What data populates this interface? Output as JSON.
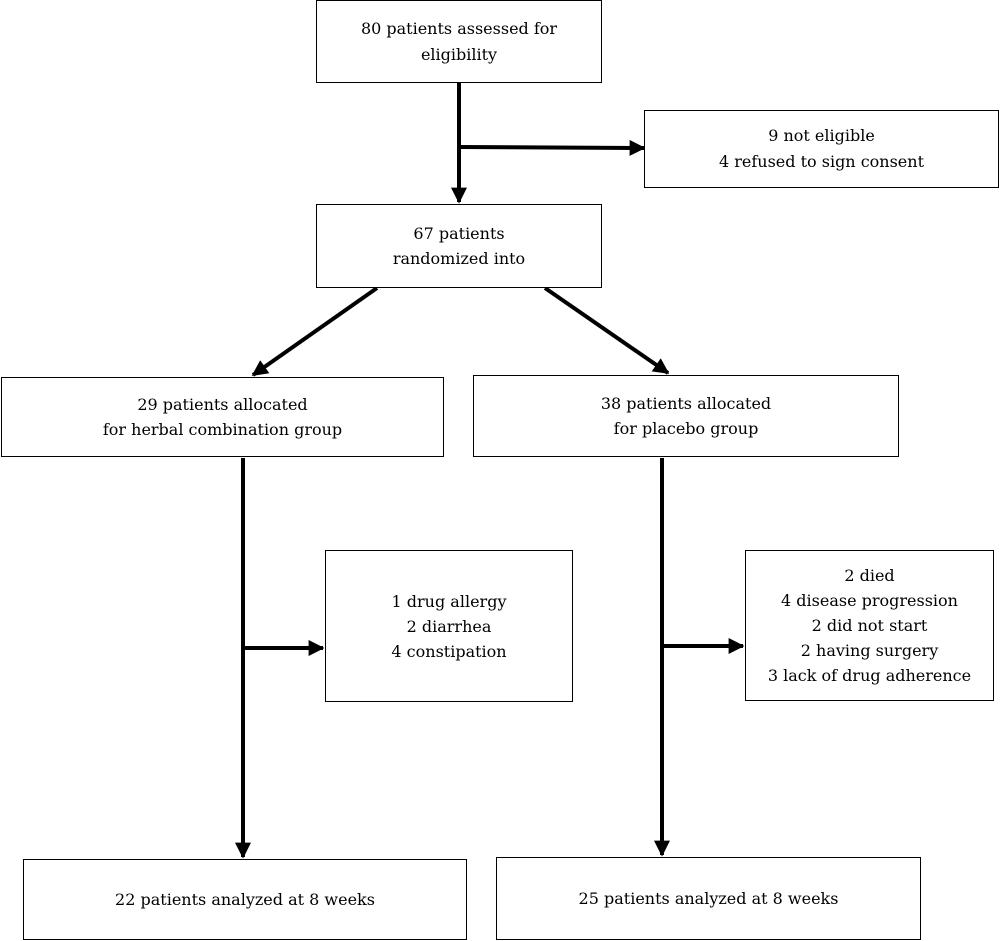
{
  "boxes": {
    "assessed": {
      "lines": [
        "80 patients assessed for",
        "eligibility"
      ]
    },
    "excluded": {
      "lines": [
        "9 not eligible",
        "4 refused to sign consent"
      ]
    },
    "randomized": {
      "lines": [
        "67 patients",
        "randomized into"
      ]
    },
    "herbal_allocated": {
      "lines": [
        "29 patients allocated",
        "for herbal combination group"
      ]
    },
    "placebo_allocated": {
      "lines": [
        "38 patients allocated",
        "for placebo group"
      ]
    },
    "herbal_dropouts": {
      "lines": [
        "1 drug allergy",
        "2 diarrhea",
        "4 constipation"
      ]
    },
    "placebo_dropouts": {
      "lines": [
        "2 died",
        "4 disease progression",
        "2 did not start",
        "2 having surgery",
        "3 lack of drug adherence"
      ]
    },
    "herbal_analyzed": {
      "lines": [
        "22 patients analyzed at 8 weeks"
      ]
    },
    "placebo_analyzed": {
      "lines": [
        "25 patients analyzed at 8 weeks"
      ]
    }
  }
}
